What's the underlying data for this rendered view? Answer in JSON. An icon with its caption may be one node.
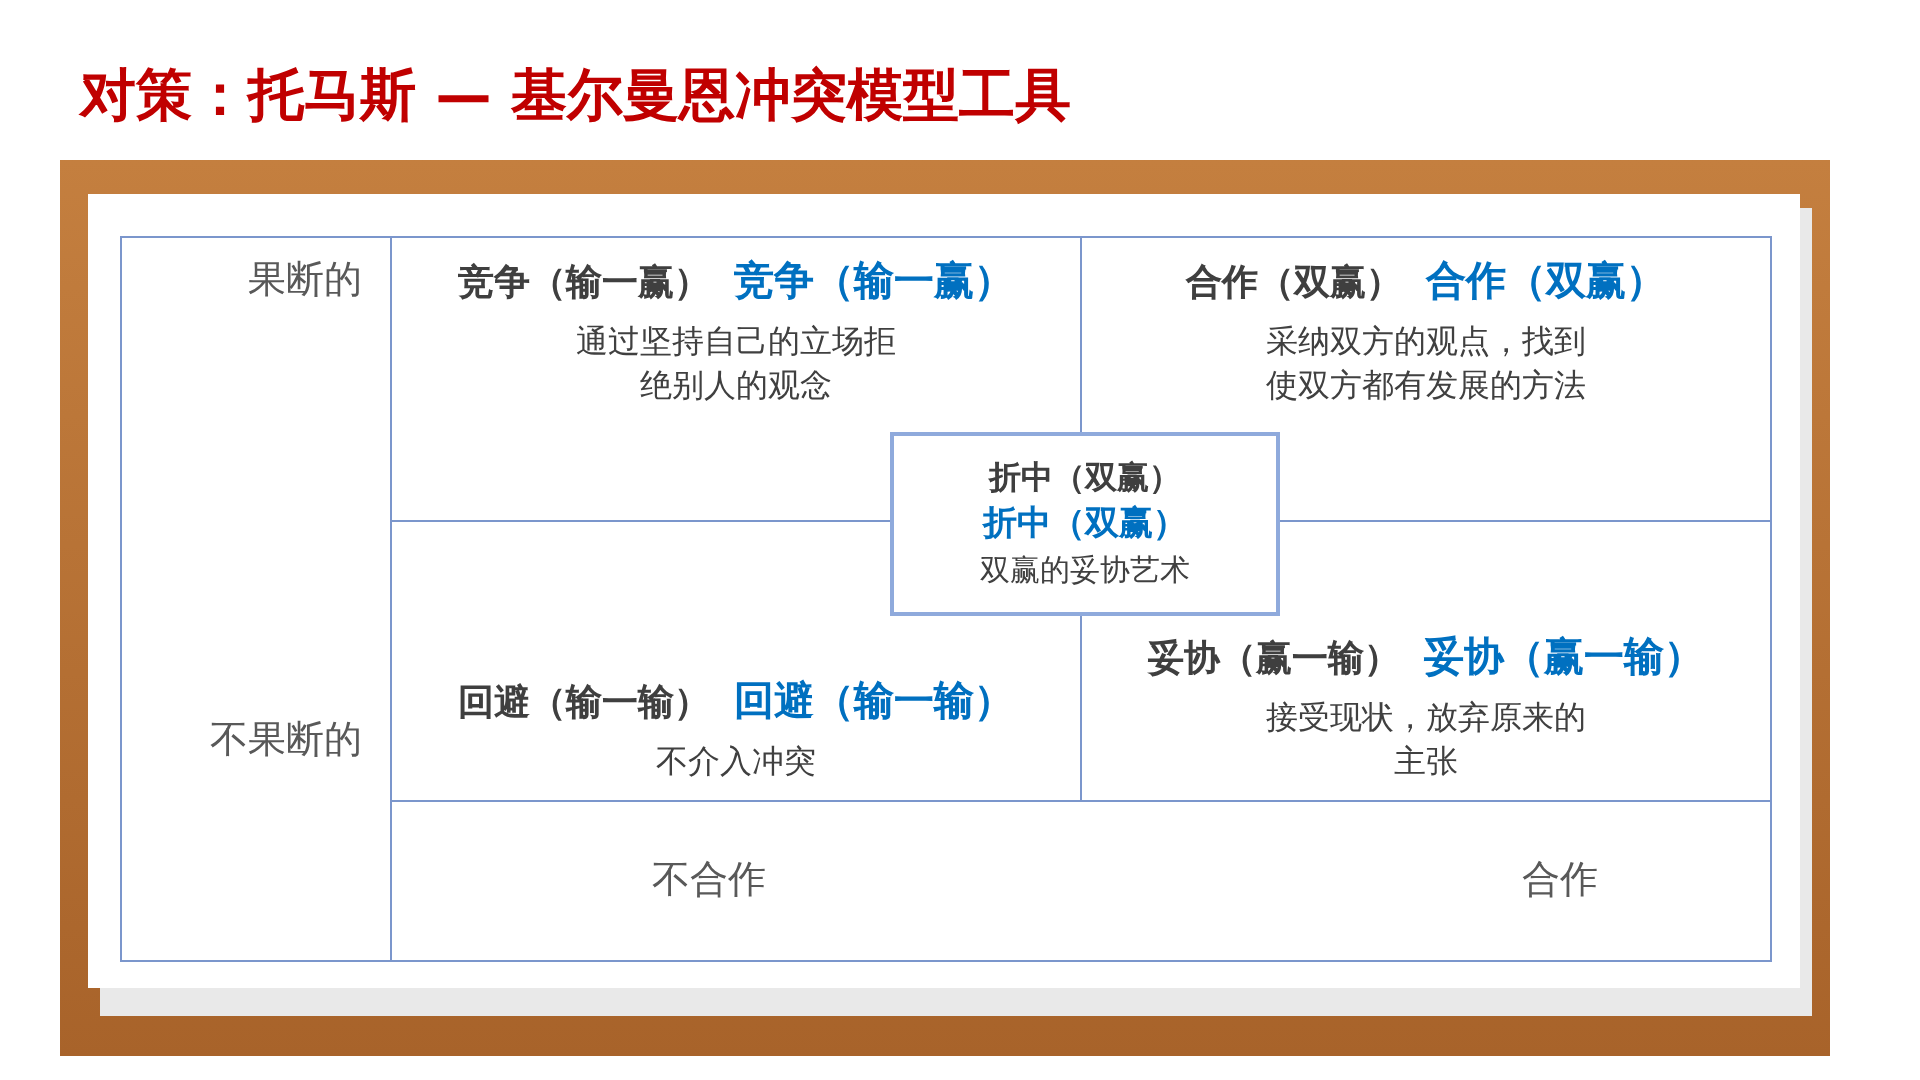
{
  "diagram": {
    "title": "对策：托马斯 — 基尔曼恩冲突模型工具",
    "nodes": [
      {
        "text": [
          "竞争（输一赢）",
          "竞争（输一赢）",
          "通过坚持自己的立场拒绝别人的观念"
        ]
      },
      {
        "text": [
          "合作（双赢）",
          "合作（双赢）",
          "采纳双方的观点，找到使双方都有发展的方法"
        ]
      },
      {
        "text": [
          "折中（双赢）",
          "折中（双赢）",
          "双赢的妥协艺术"
        ]
      },
      {
        "text": [
          "回避（输一输）",
          "回避（输一输）",
          "不介入冲突"
        ]
      },
      {
        "text": [
          "妥协（赢一输）",
          "妥协（赢一输）",
          "接受现状，放弃原来的主张"
        ]
      }
    ],
    "labels": [
      "果断的",
      "不果断的",
      "不合作",
      "合作"
    ]
  }
}
